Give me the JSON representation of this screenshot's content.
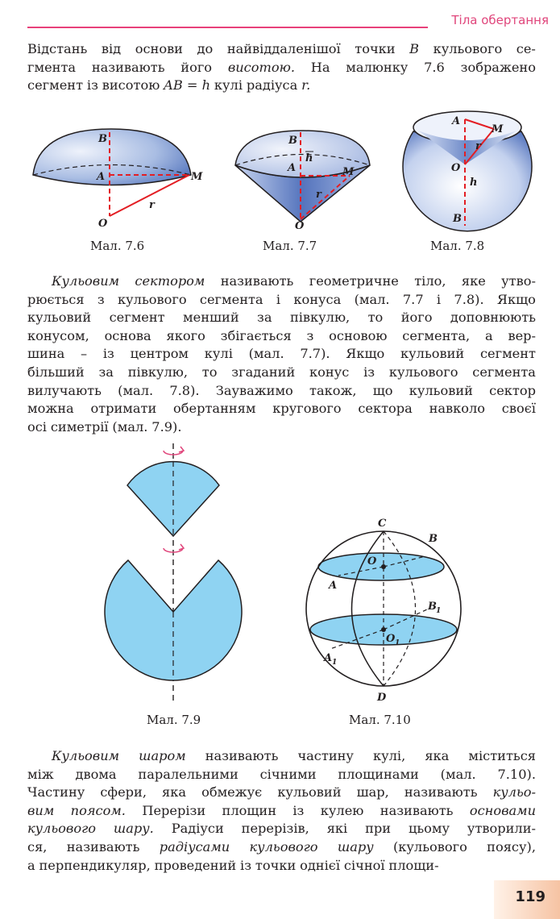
{
  "header": {
    "title": "Тіла обертання"
  },
  "para1": [
    [
      "Відстань",
      "від",
      "основи",
      "до",
      "найвіддаленішої",
      "точки",
      "B",
      "кульового",
      "се-"
    ],
    [
      "гмента",
      "називають",
      "його",
      "висотою.",
      "На",
      "малюнку",
      "7.6",
      "зображено"
    ],
    [
      "сегмент",
      "із",
      "висотою",
      "AB = h",
      "кулі",
      "радіуса",
      "r."
    ]
  ],
  "para2": [
    [
      "Кульовим",
      "сектором",
      "називають",
      "геометричне",
      "тіло,",
      "яке",
      "утво-"
    ],
    [
      "рюється",
      "з",
      "кульового",
      "сегмента",
      "і",
      "конуса",
      "(мал.",
      "7.7",
      "і",
      "7.8).",
      "Якщо"
    ],
    [
      "кульовий",
      "сегмент",
      "менший",
      "за",
      "півкулю,",
      "то",
      "його",
      "доповнюють"
    ],
    [
      "конусом,",
      "основа",
      "якого",
      "збігається",
      "з",
      "основою",
      "сегмента,",
      "а",
      "вер-"
    ],
    [
      "шина",
      "–",
      "із",
      "центром",
      "кулі",
      "(мал.",
      "7.7).",
      "Якщо",
      "кульовий",
      "сегмент"
    ],
    [
      "більший",
      "за",
      "півкулю,",
      "то",
      "згаданий",
      "конус",
      "із",
      "кульового",
      "сегмента"
    ],
    [
      "вилучають",
      "(мал.",
      "7.8).",
      "Зауважимо",
      "також,",
      "що",
      "кульовий",
      "сектор"
    ],
    [
      "можна",
      "отримати",
      "обертанням",
      "кругового",
      "сектора",
      "навколо",
      "своєї"
    ],
    [
      "осі",
      "симетрії",
      "(мал.",
      "7.9)."
    ]
  ],
  "para3": [
    [
      "Кульовим",
      "шаром",
      "називають",
      "частину",
      "кулі,",
      "яка",
      "міститься"
    ],
    [
      "між",
      "двома",
      "паралельними",
      "січними",
      "площинами",
      "(мал.",
      "7.10)."
    ],
    [
      "Частину",
      "сфери,",
      "яка",
      "обмежує",
      "кульовий",
      "шар,",
      "називають",
      "кульо-"
    ],
    [
      "вим",
      "поясом.",
      "Перерізи",
      "площин",
      "із",
      "кулею",
      "називають",
      "основами"
    ],
    [
      "кульового",
      "шару.",
      "Радіуси",
      "перерізів,",
      "які",
      "при",
      "цьому",
      "утворили-"
    ],
    [
      "ся,",
      "називають",
      "радіусами",
      "кульового",
      "шару",
      "(кульового",
      "поясу),"
    ],
    [
      "а",
      "перпендикуляр,",
      "проведений",
      "із",
      "точки",
      "однієї",
      "січної",
      "площи-"
    ]
  ],
  "italic_words": [
    "висотою.",
    "Кульовим",
    "сектором",
    "шаром",
    "кульо-",
    "вим",
    "поясом.",
    "основами",
    "кульового",
    "шару.",
    "радіусами",
    "кульового",
    "шару"
  ],
  "captions": {
    "fig76": "Мал. 7.6",
    "fig77": "Мал. 7.7",
    "fig78": "Мал. 7.8",
    "fig79": "Мал. 7.9",
    "fig710": "Мал. 7.10"
  },
  "labels": {
    "fig76": {
      "B": "B",
      "A": "A",
      "M": "M",
      "O": "O",
      "r": "r"
    },
    "fig77": {
      "B": "B",
      "h": "h",
      "A": "A",
      "M": "M",
      "O": "O",
      "r": "r"
    },
    "fig78": {
      "A": "A",
      "M": "M",
      "r": "r",
      "O": "O",
      "h": "h",
      "B": "B"
    },
    "fig710": {
      "C": "C",
      "B": "B",
      "O": "O",
      "A": "A",
      "B1": "B",
      "O1": "O",
      "A1": "A",
      "D": "D",
      "sub": "1"
    }
  },
  "colors": {
    "accent": "#e0457b",
    "red": "#e31e24",
    "blue_fill": "#8fd3f2"
  },
  "page_number": "119"
}
